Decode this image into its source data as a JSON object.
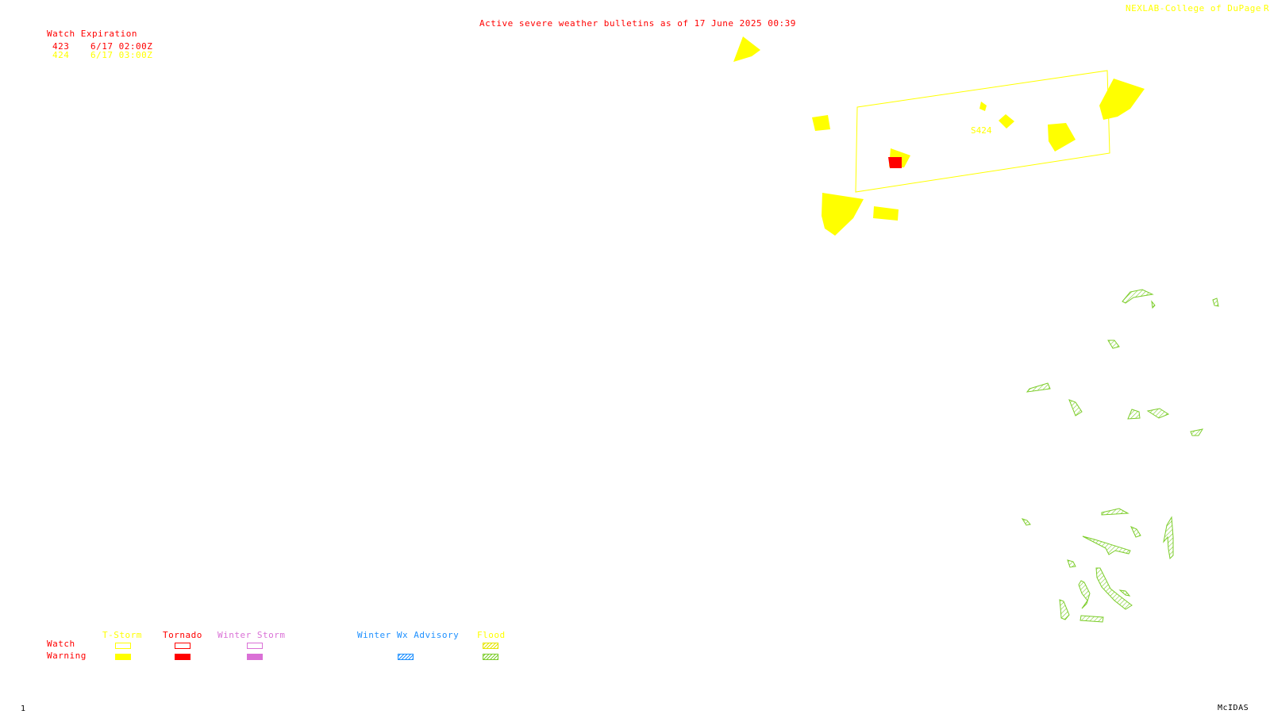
{
  "header": {
    "title": "Active severe weather bulletins as of 17 June 2025 00:39",
    "credit": "NEXLAB-College of DuPage",
    "credit_mark": "R"
  },
  "watch_table": {
    "heading": "Watch Expiration",
    "rows": [
      {
        "number": "423",
        "expires": "6/17 02:00Z",
        "color": "#ff0000"
      },
      {
        "number": "424",
        "expires": "6/17 03:00Z",
        "color": "#ffff00"
      }
    ]
  },
  "map": {
    "watch_label": "S424",
    "colors": {
      "tstorm": "#ffff00",
      "tornado": "#ff0000",
      "flood": "#7ccd2a"
    }
  },
  "legend": {
    "row_labels": {
      "watch": "Watch",
      "warning": "Warning"
    },
    "columns": [
      {
        "label": "T-Storm",
        "color": "#ffff00"
      },
      {
        "label": "Tornado",
        "color": "#ff0000"
      },
      {
        "label": "Winter Storm",
        "color": "#da70d6"
      },
      {
        "label": "Winter Wx Advisory",
        "color": "#1e90ff"
      },
      {
        "label": "Flood",
        "color": "#ffff00"
      }
    ]
  },
  "footer": {
    "frame_number": "1",
    "software": "McIDAS"
  }
}
